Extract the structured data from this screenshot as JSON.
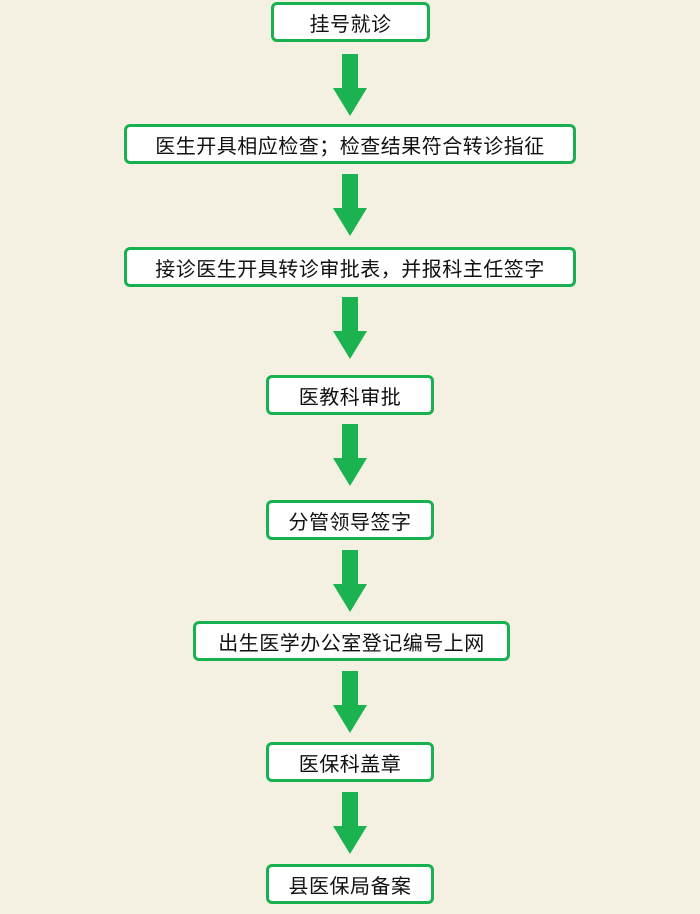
{
  "theme": {
    "background": "#f4f0e2",
    "box_border": "#18b150",
    "arrow_color": "#1ab34f"
  },
  "flow": {
    "steps": [
      "挂号就诊",
      "医生开具相应检查；检查结果符合转诊指征",
      "接诊医生开具转诊审批表，并报科主任签字",
      "医教科审批",
      "分管领导签字",
      "出生医学办公室登记编号上网",
      "医保科盖章",
      "县医保局备案"
    ],
    "arrow_icon": "down-arrow-icon"
  }
}
